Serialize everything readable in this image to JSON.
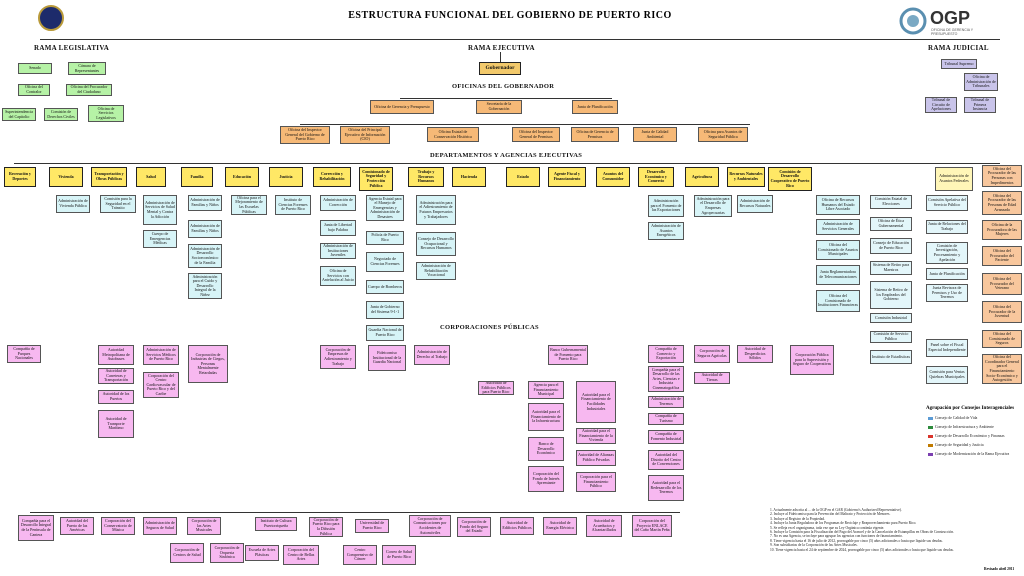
{
  "title": "ESTRUCTURA FUNCIONAL DEL GOBIERNO DE PUERTO RICO",
  "logo_right": {
    "name": "OGP",
    "subtitle": "OFICINA DE GERENCIA Y PRESUPUESTO"
  },
  "branches": {
    "legislative": "RAMA LEGISLATIVA",
    "executive": "RAMA EJECUTIVA",
    "judicial": "RAMA JUDICIAL"
  },
  "governor": "Gobernador",
  "offices_header": "OFICINAS DEL GOBERNADOR",
  "departments_header": "DEPARTAMENTOS Y AGENCIAS EJECUTIVAS",
  "corporations_header": "CORPORACIONES PÚBLICAS",
  "legislative": {
    "senado": "Senado",
    "camara": "Cámara de Representantes",
    "contralor": "Oficina del Contralor",
    "procurador_ciudadano": "Oficina del Procurador del Ciudadano",
    "superintendencia": "Superintendencia del Capitolio",
    "derechos_civiles": "Comisión de Derechos Civiles",
    "servicios_legislativos": "Oficina de Servicios Legislativos"
  },
  "judicial": {
    "supremo": "Tribunal Supremo",
    "admin_tribunales": "Oficina de Administración de Tribunales",
    "apelaciones": "Tribunal de Circuito de Apelaciones",
    "primera_instancia": "Tribunal de Primera Instancia"
  },
  "governor_offices": {
    "gerencia": "Oficina de Gerencia y Presupuesto",
    "secretaria": "Secretaría de la Gobernación",
    "planificacion": "Junta de Planificación",
    "inspector_general": "Oficina del Inspector General del Gobierno de Puerto Rico",
    "ejecutivo_info": "Oficina del Principal Ejecutivo de Información (CIO)",
    "conservacion_historica": "Oficina Estatal de Conservación Histórica",
    "inspector_permisos": "Oficina del Inspector General de Permisos",
    "gerencia_permisos": "Oficina de Gerencia de Permisos",
    "calidad_ambiental": "Junta de Calidad Ambiental",
    "seguridad_publica": "Oficina para Asuntos de Seguridad Pública"
  },
  "departments": [
    "Recreación y Deportes",
    "Vivienda",
    "Transportación y Obras Públicas",
    "Salud",
    "Familia",
    "Educación",
    "Justicia",
    "Corrección y Rehabilitación",
    "Comisionado de Seguridad y Protección Pública",
    "Trabajo y Recursos Humanos",
    "Hacienda",
    "Estado",
    "Agente Fiscal y Financiamiento",
    "Asuntos del Consumidor",
    "Desarrollo Económico y Comercio",
    "Agricultura",
    "Recursos Naturales y Ambientales",
    "Comisión de Desarrollo Cooperativo de Puerto Rico",
    "Administración de Asuntos Federales"
  ],
  "sub_agencies": {
    "vivienda": [
      "Administración de Vivienda Pública"
    ],
    "transportacion": [
      "Comisión para la Seguridad en el Tránsito"
    ],
    "salud": [
      "Administración de Servicios de Salud Mental y Contra la Adicción",
      "Cuerpo de Emergencias Médicas"
    ],
    "familia": [
      "Administración de Familias y Niños",
      "Administración de Desarrollo Socioeconómico de la Familia",
      "Administración para el Cuido y Desarrollo Integral de la Niñez"
    ],
    "educacion": [
      "Oficina para el Mejoramiento de las Escuelas Públicas"
    ],
    "justicia": [
      "Instituto de Ciencias Forenses de Puerto Rico"
    ],
    "correccion": [
      "Administración de Corrección",
      "Junta de Libertad bajo Palabra",
      "Administración de Instituciones Juveniles",
      "Oficina de Servicios con Antelación al Juicio"
    ],
    "seguridad": [
      "Agencia Estatal para el Manejo de Emergencias y Administración de Desastres",
      "Policía de Puerto Rico",
      "Negociado de Ciencias Forenses",
      "Cuerpo de Bomberos",
      "Junta de Gobierno del Sistema 9-1-1",
      "Guardia Nacional de Puerto Rico"
    ],
    "trabajo": [
      "Administración para el Adiestramiento de Futuros Empresarios y Trabajadores",
      "Consejo de Desarrollo Ocupacional y Recursos Humanos",
      "Administración de Rehabilitación Vocacional"
    ],
    "desarrollo": [
      "Administración para el Fomento de las Exportaciones",
      "Administración de Asuntos Energéticos"
    ],
    "agricultura": [
      "Administración para el Desarrollo de Empresas Agropecuarias"
    ],
    "recursos": [
      "Administración de Recursos Naturales"
    ],
    "cooperativo": [
      "Oficina de Recursos Humanos del Estado Libre Asociado",
      "Administración de Servicios Generales",
      "Oficina del Comisionado de Asuntos Municipales",
      "Junta Reglamentadora de Telecomunicaciones",
      "Oficina del Comisionado de Instituciones Financieras"
    ],
    "independent1": [
      "Comisión Estatal de Elecciones",
      "Oficina de Ética Gubernamental",
      "Consejo de Educación de Puerto Rico",
      "Sistema de Retiro para Maestros",
      "Sistema de Retiro de los Empleados del Gobierno",
      "Comisión Industrial",
      "Comisión de Servicio Público",
      "Instituto de Estadísticas"
    ],
    "independent2": [
      "Comisión Apelativa del Servicio Público",
      "Junta de Relaciones del Trabajo",
      "Comisión de Investigación, Procesamiento y Apelación",
      "Junta de Planificación",
      "Junta Revisora de Permisos y Uso de Terrenos",
      "Panel sobre el Fiscal Especial Independiente",
      "Comisión para Ventas Quiebras Municipales"
    ],
    "procuradores": [
      "Oficina del Procurador de las Personas con Impedimentos",
      "Oficina del Procurador de las Personas de Edad Avanzada",
      "Oficina de la Procuradora de las Mujeres",
      "Oficina del Procurador del Paciente",
      "Oficina del Procurador del Veterano",
      "Oficina del Procurador de la Juventud",
      "Oficina del Comisionado de Seguros",
      "Oficina del Coordinador General para el Financiamiento Socio-Económico y Autogestión"
    ]
  },
  "corporations": {
    "row_a": [
      "Compañía de Parques Nacionales",
      "Autoridad Metropolitana de Autobuses",
      "Autoridad de Carreteras y Transportación",
      "Autoridad de los Puertos",
      "Autoridad de Transporte Marítimo",
      "Administración de Servicios Médicos de Puerto Rico",
      "Corporación del Centro Cardiovascular de Puerto Rico y del Caribe",
      "Corporación de Industrias de Ciegos, Personas Mentalmente Retardadas",
      "Corporación de Empresas de Adiestramiento y Trabajo",
      "Fideicomiso Institucional de la Guardia Nacional",
      "Administración de Derecho al Trabajo",
      "Banco Gubernamental de Fomento para Puerto Rico"
    ],
    "row_b": [
      "Compañía de Comercio y Exportación",
      "Compañía para el Desarrollo de las Artes, Ciencias e Industria Cinematográfica",
      "Administración de Terrenos",
      "Compañía de Turismo",
      "Compañía de Fomento Industrial",
      "Autoridad del Distrito del Centro de Convenciones",
      "Autoridad para el Redesarrollo de los Terrenos",
      "Corporación de Seguros Agrícolas",
      "Autoridad de Tierras",
      "Autoridad de Desperdicios Sólidos",
      "Corporación Pública para la Supervisión y Seguro de Cooperativas"
    ],
    "row_c": [
      "Agencia para el Financiamiento Municipal",
      "Autoridad para el Financiamiento de la Infraestructura",
      "Banco de Desarrollo Económico",
      "Corporación del Fondo de Interés Apremiante",
      "Autoridad de Edificios Públicos para Puerto Rico",
      "Autoridad para el Financiamiento de Facilidades Industriales",
      "Autoridad para el Financiamiento de la Vivienda",
      "Autoridad de Alianzas Público Privadas",
      "Corporación para el Financiamiento Público"
    ],
    "bottom": [
      "Compañía para el Desarrollo Integral de la Península de Cantera",
      "Autoridad del Puerto de las Américas",
      "Corporación del Conservatorio de Música",
      "Administración de Seguros de Salud",
      "Corporación de las Artes Musicales",
      "Instituto de Cultura Puertorriqueña",
      "Corporación de Puerto Rico para la Difusión Pública",
      "Universidad de Puerto Rico",
      "Corporación de Fondo del Seguro del Estado",
      "Autoridad de Edificios Públicos",
      "Autoridad de Energía Eléctrica",
      "Autoridad de Acueductos y Alcantarillados",
      "Corporación del Proyecto ENLACE del Caño Martín Peña",
      "Corporación de Centros de Salud",
      "Corporación de Orquesta Sinfónica",
      "Escuela de Artes Plásticas",
      "Corporación del Centro de Bellas Artes",
      "Centro Comprensivo de Cáncer",
      "Correo de Salud de Puerto Rico",
      "Corporación de Comunicaciones por Accidentes de Automóviles"
    ]
  },
  "legend": {
    "title": "Agrupación por Consejos Interagenciales",
    "items": [
      {
        "label": "Consejo de Calidad de Vida",
        "color": "#5b9bd5"
      },
      {
        "label": "Consejo de Infraestructura y Ambiente",
        "color": "#2e8b3d"
      },
      {
        "label": "Consejo de Desarrollo Económico y Finanzas",
        "color": "#d9342b"
      },
      {
        "label": "Consejo de Seguridad y Justicia",
        "color": "#c07a00"
      },
      {
        "label": "Consejo de Modernización de la Rama Ejecutiva",
        "color": "#7b3fb0"
      }
    ]
  },
  "notes": [
    "1. Actualmente adscrita al ... de la OGP en el GAR (Gobierno's Authorized Representative).",
    "2. Incluye al Fideicomiso para la Prevención del Maltrato y Protección de Menores.",
    "3. Incluye al Registro de la Propiedad.",
    "4. Incluye la Junta Reguladora de los Programas de Reciclaje y Reaprovechamiento para Puerto Rico.",
    "5. Se refleja en el organigrama, toda vez que su Ley Orgánica continúa vigente.",
    "6. Incluye la Comisión para la Fiscalización del Pago del Arancel y de la Cancelación de Estampillas en Obras de Construcción.",
    "7. No es una Agencia, se incluye para agrupar los agencias con funciones de financiamiento.",
    "8. Tiene vigencia hasta el 16 de julio de 2012, prorrogable por cinco (5) años adicionales o hasta que liquide sus deudas.",
    "9. Son subsidiarias de la Corporación de las Artes Musicales.",
    "10. Tiene vigencia hasta el 24 de septiembre de 2024, prorrogable por cinco (5) años adicionales o hasta que liquide sus deudas."
  ],
  "revision": "Revisado abril 2011"
}
